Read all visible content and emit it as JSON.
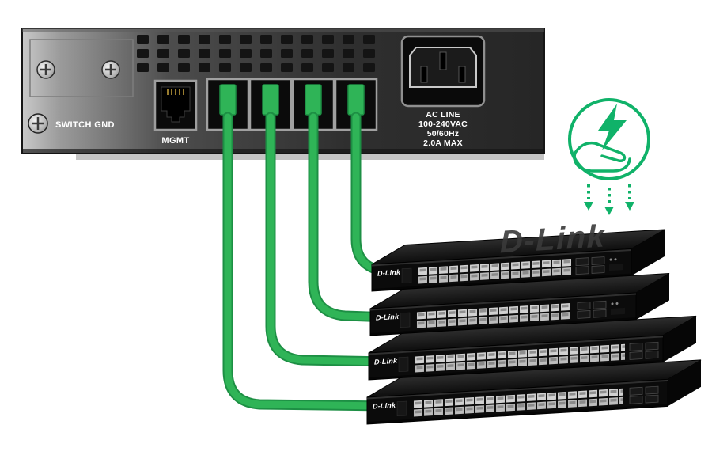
{
  "rear_panel": {
    "ground_label": "SWITCH GND",
    "mgmt_label": "MGMT",
    "ac_label_lines": [
      "AC LINE",
      "100-240VAC",
      "50/60Hz",
      "2.0A MAX"
    ]
  },
  "stack": {
    "brand_watermark": "D-Link",
    "units": [
      {
        "logo": "D-Link"
      },
      {
        "logo": "D-Link"
      },
      {
        "logo": "D-Link"
      },
      {
        "logo": "D-Link"
      }
    ]
  },
  "icons": {
    "energy": "hand-holding-lightning-icon",
    "arrows": "triple-down-arrows-icon"
  },
  "colors": {
    "cable_green": "#2fb457",
    "cable_green_dark": "#1d8f44",
    "icon_green": "#10b269"
  }
}
